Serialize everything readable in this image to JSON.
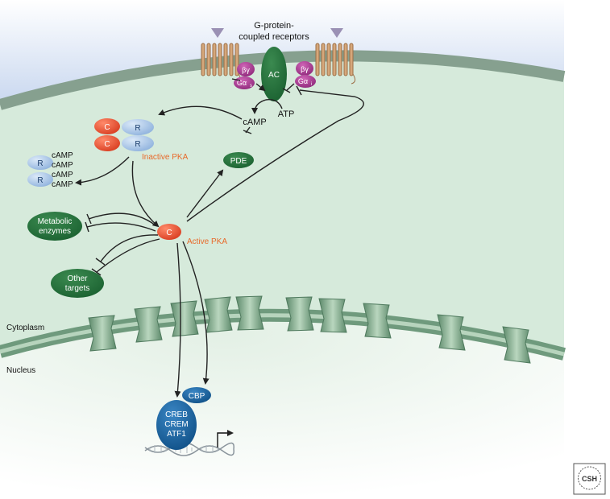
{
  "labels": {
    "receptors_line1": "G-protein-",
    "receptors_line2": "coupled receptors",
    "ac": "AC",
    "beta_gamma": "βγ",
    "g_alpha": "Gα",
    "sub_s": "s",
    "sub_i": "i",
    "atp": "ATP",
    "camp": "cAMP",
    "pde": "PDE",
    "c": "C",
    "r": "R",
    "inactive_pka": "Inactive PKA",
    "active_pka": "Active PKA",
    "metabolic_line1": "Metabolic",
    "metabolic_line2": "enzymes",
    "other_line1": "Other",
    "other_line2": "targets",
    "cytoplasm": "Cytoplasm",
    "nucleus": "Nucleus",
    "cbp": "CBP",
    "creb": "CREB",
    "crem": "CREM",
    "atf1": "ATF1",
    "csh_logo": "CSH"
  },
  "colors": {
    "cytoplasm_fill": "#d6eadb",
    "membrane": "#7f9a88",
    "extracellular": "#c9d8ee",
    "catalytic_red": "#e2452b",
    "regulatory_blue": "#a9c6e8",
    "enzyme_green": "#1f6b38",
    "g_protein_purple": "#a3388f",
    "receptor_tan": "#d5a77a",
    "label_orange": "#e8692a",
    "nuclear_blue": "#0e5a95"
  }
}
